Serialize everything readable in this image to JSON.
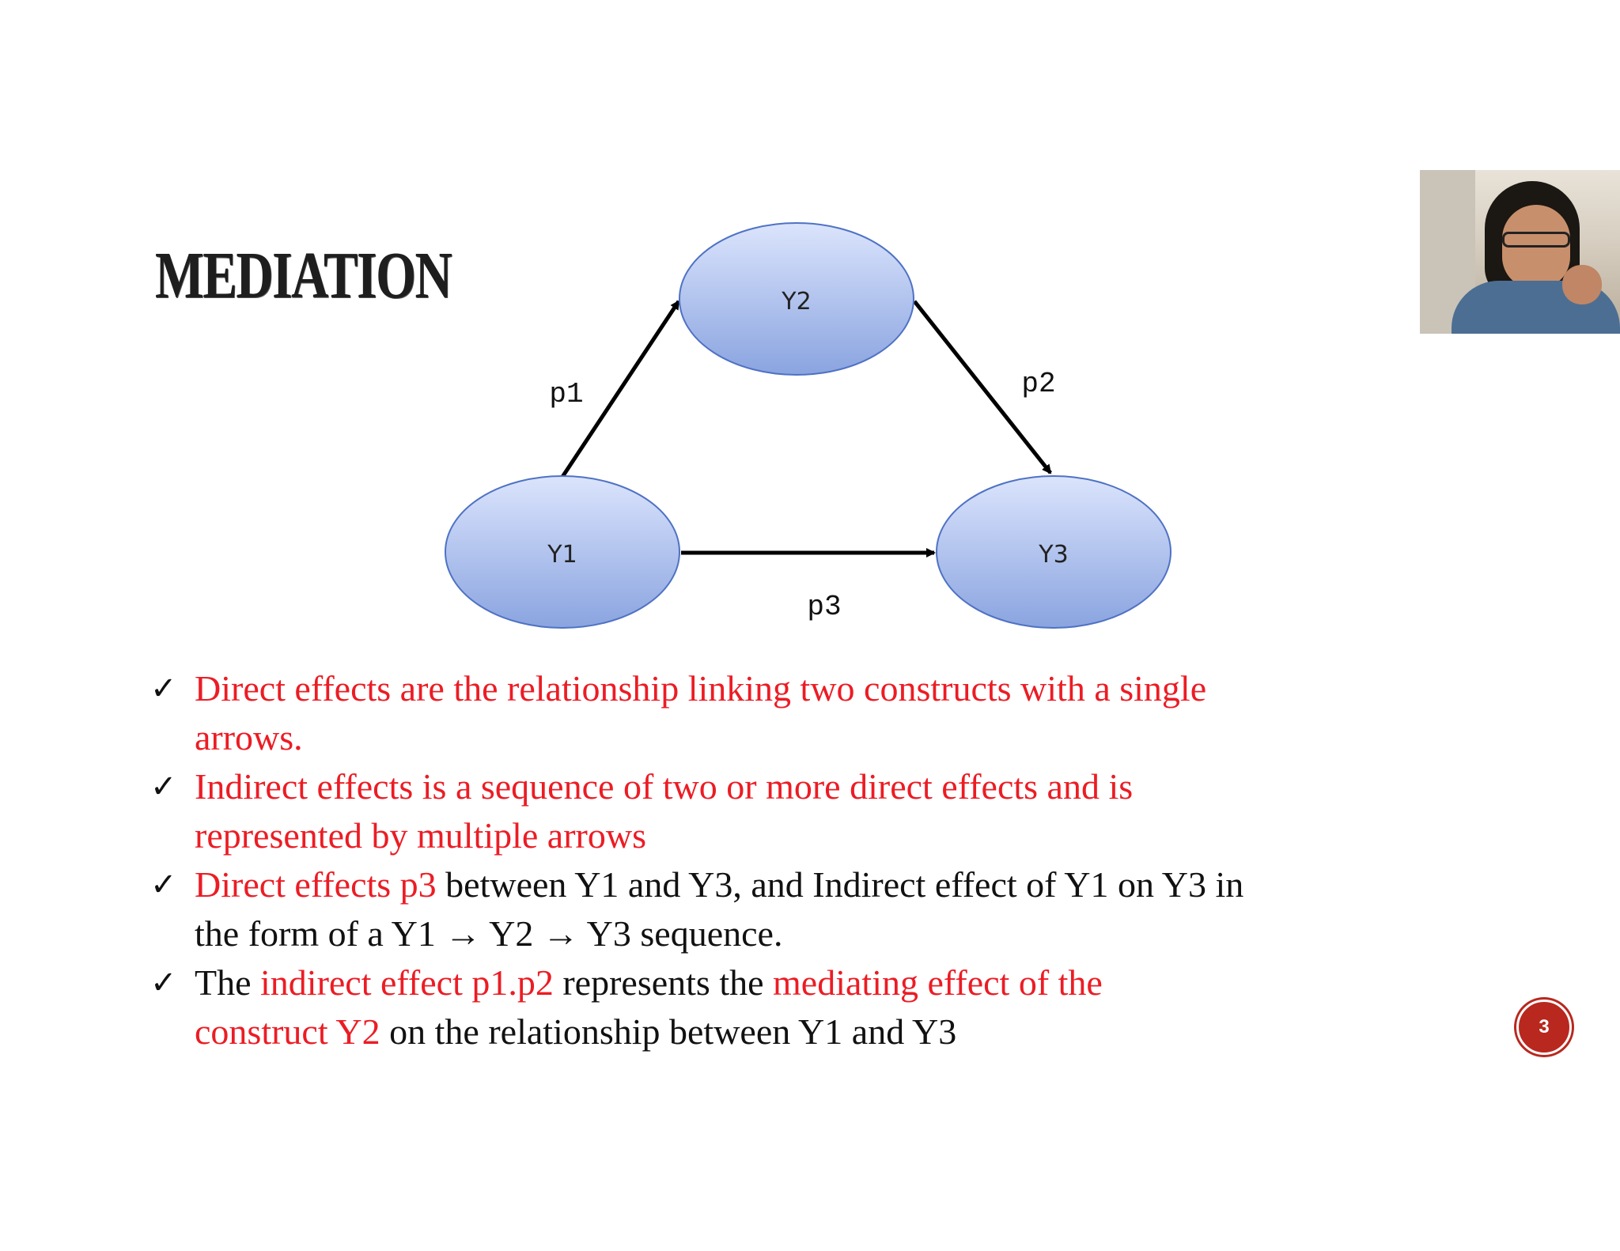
{
  "slide": {
    "title": "MEDIATION",
    "slide_number": "3"
  },
  "diagram": {
    "nodes": [
      {
        "id": "y1",
        "label": "Y1"
      },
      {
        "id": "y2",
        "label": "Y2"
      },
      {
        "id": "y3",
        "label": "Y3"
      }
    ],
    "paths": [
      {
        "id": "p1",
        "label": "p1",
        "from": "Y1",
        "to": "Y2"
      },
      {
        "id": "p2",
        "label": "p2",
        "from": "Y2",
        "to": "Y3"
      },
      {
        "id": "p3",
        "label": "p3",
        "from": "Y1",
        "to": "Y3"
      }
    ],
    "node_fill_top": "#d9e2fb",
    "node_fill_bottom": "#8aa4e0",
    "node_stroke": "#4f72c4"
  },
  "bullets": [
    {
      "line1": "Direct effects are the relationship linking two constructs with a single",
      "line2": "arrows."
    },
    {
      "line1": "Indirect effects is a sequence of two or more direct effects and is",
      "line2": "represented by multiple arrows"
    },
    {
      "line1_red": "Direct effects p3",
      "line1_black": " between Y1 and Y3, and Indirect effect of Y1 on Y3 in",
      "line2": "the form of a Y1 → Y2 → Y3 sequence."
    },
    {
      "line1_a": "The ",
      "line1_b": "indirect effect p1.p2",
      "line1_c": " represents the ",
      "line1_d": "mediating effect of the",
      "line2_a": "construct Y2",
      "line2_b": " on the relationship between Y1 and Y3"
    }
  ],
  "colors": {
    "accent_red": "#ec1c24",
    "slide_number_bg": "#b8281e"
  },
  "webcam": {
    "icon": "webcam-participant-video"
  }
}
